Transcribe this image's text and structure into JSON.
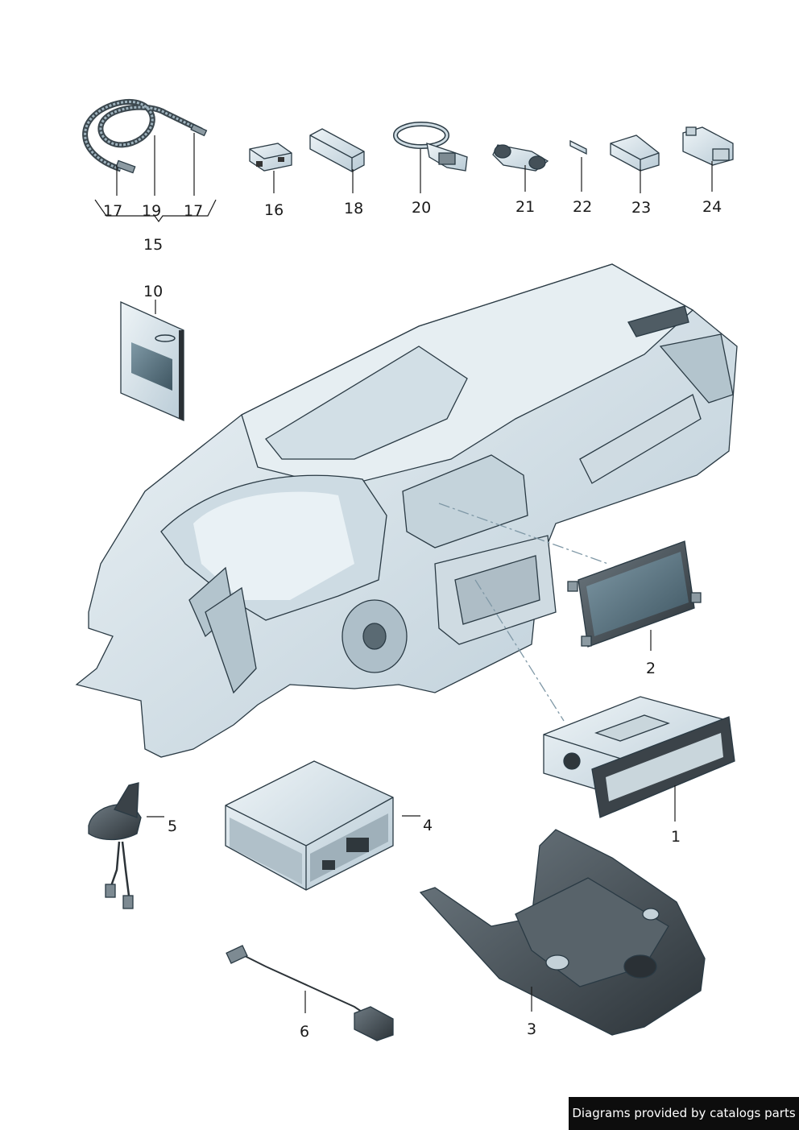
{
  "callouts": {
    "c1": "1",
    "c2": "2",
    "c3": "3",
    "c4": "4",
    "c5": "5",
    "c6": "6",
    "c10": "10",
    "c15": "15",
    "c16": "16",
    "c17a": "17",
    "c17b": "17",
    "c18": "18",
    "c19": "19",
    "c20": "20",
    "c21": "21",
    "c22": "22",
    "c23": "23",
    "c24": "24"
  },
  "footer": {
    "credit": "Diagrams provided by catalogs parts"
  },
  "colors": {
    "part_fill": "#dde8ee",
    "part_shade": "#b7c9d4",
    "outline": "#2a3a44",
    "dark": "#3a4248",
    "credit_bg": "#0d0d0d"
  }
}
